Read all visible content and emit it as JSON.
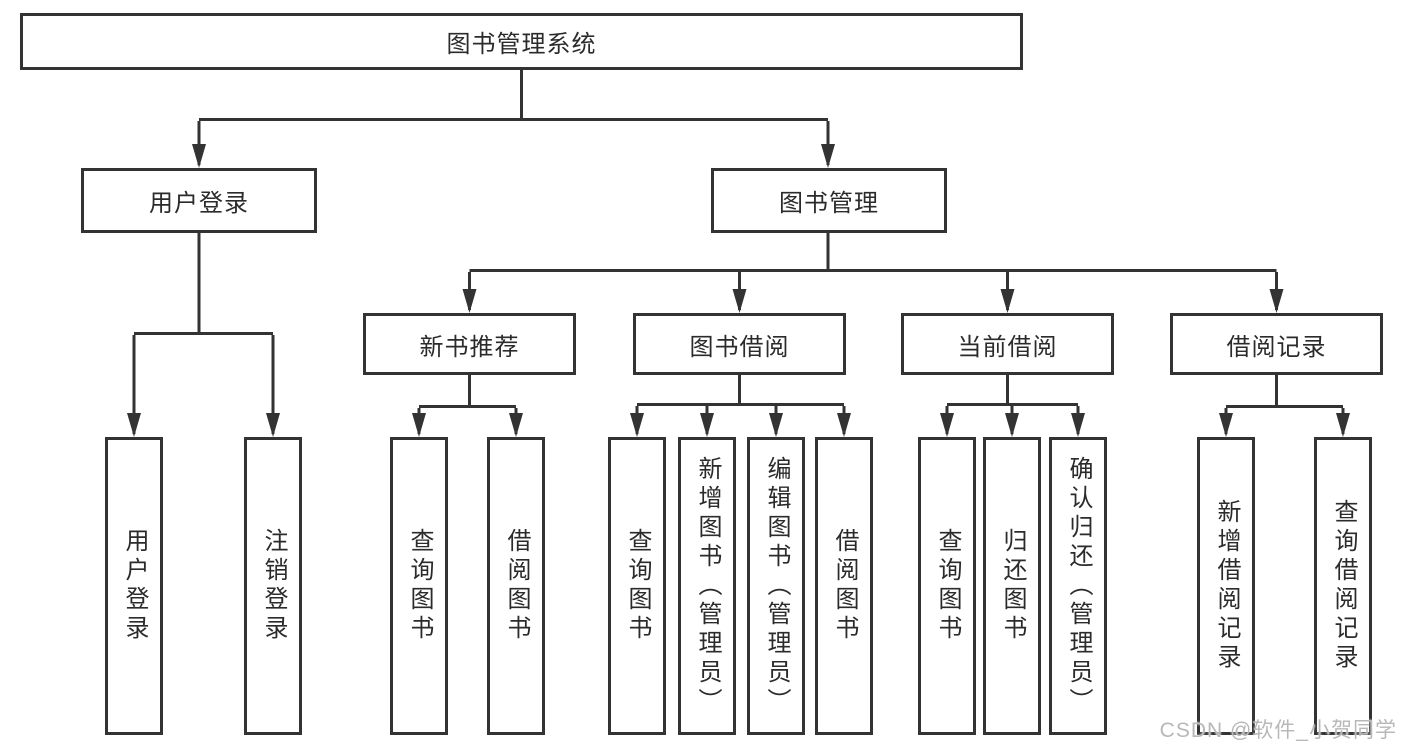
{
  "diagram": {
    "root": {
      "label": "图书管理系统"
    },
    "user_branch": {
      "label": "用户登录",
      "children": [
        {
          "label": "用户登录"
        },
        {
          "label": "注销登录"
        }
      ]
    },
    "mgmt_branch": {
      "label": "图书管理",
      "sections": [
        {
          "label": "新书推荐",
          "children": [
            {
              "label": "查询图书"
            },
            {
              "label": "借阅图书"
            }
          ]
        },
        {
          "label": "图书借阅",
          "children": [
            {
              "label": "查询图书"
            },
            {
              "label": "新增图书（管理员）"
            },
            {
              "label": "编辑图书（管理员）"
            },
            {
              "label": "借阅图书"
            }
          ]
        },
        {
          "label": "当前借阅",
          "children": [
            {
              "label": "查询图书"
            },
            {
              "label": "归还图书"
            },
            {
              "label": "确认归还（管理员）"
            }
          ]
        },
        {
          "label": "借阅记录",
          "children": [
            {
              "label": "新增借阅记录"
            },
            {
              "label": "查询借阅记录"
            }
          ]
        }
      ]
    }
  },
  "watermark": {
    "text": "CSDN @软件_小贺同学"
  },
  "colors": {
    "line": "#333333",
    "text": "#2b2b2b",
    "background": "#ffffff",
    "watermark": "#b8b8b8"
  }
}
